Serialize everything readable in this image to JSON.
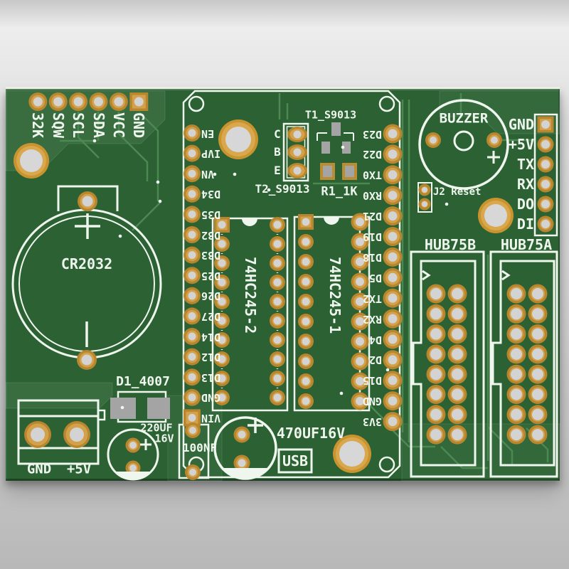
{
  "board": {
    "top_header": {
      "labels": [
        "32K",
        "SQW",
        "SCL",
        "SDA",
        "VCC",
        "GND"
      ]
    },
    "battery": {
      "label": "CR2032"
    },
    "power_terminal": {
      "labels": [
        "GND",
        "+5V"
      ]
    },
    "diode": {
      "label": "D1_4007"
    },
    "cap_220uf": {
      "label_value": "220UF",
      "label_voltage": "16V"
    },
    "cap_100nf": {
      "label": "100NF"
    },
    "cap_470uf": {
      "label": "470UF16V"
    },
    "usb": {
      "label": "USB"
    },
    "transistor_t1": {
      "label": "T1_S9013"
    },
    "transistor_t2": {
      "label": "T2_S9013",
      "pins": [
        "C",
        "B",
        "E"
      ]
    },
    "resistor_r1": {
      "label": "R1_1K"
    },
    "ic_left": {
      "label": "74HC245-2"
    },
    "ic_right": {
      "label": "74HC245-1"
    },
    "buzzer": {
      "label": "BUZZER"
    },
    "reset": {
      "label": "J2 Reset"
    },
    "module": {
      "left_pins": [
        "EN",
        "IVP",
        "VN",
        "D34",
        "D35",
        "D32",
        "D33",
        "D25",
        "D26",
        "D27",
        "D14",
        "D12",
        "D13",
        "GND",
        "VIN"
      ],
      "right_pins": [
        "D23",
        "D22",
        "TX0",
        "RX0",
        "D21",
        "D19",
        "D18",
        "D5",
        "TX2",
        "RX2",
        "D4",
        "D2",
        "D15",
        "GND",
        "3V3"
      ]
    },
    "right_header": {
      "labels": [
        "GND",
        "+5V",
        "TX",
        "RX",
        "DO",
        "DI"
      ]
    },
    "hub75b": {
      "label": "HUB75B"
    },
    "hub75a": {
      "label": "HUB75A"
    }
  },
  "colors": {
    "board_green": "#2b6133",
    "trace_green": "#4c8852",
    "silkscreen": "#eef6ee",
    "pad_gold_dark": "#b8862e",
    "pad_gold_light": "#d2a14a",
    "pad_hole_gray": "#d3d3d3",
    "smd_gray": "#a4a4a4",
    "background_gray": "#d6d6d6"
  }
}
